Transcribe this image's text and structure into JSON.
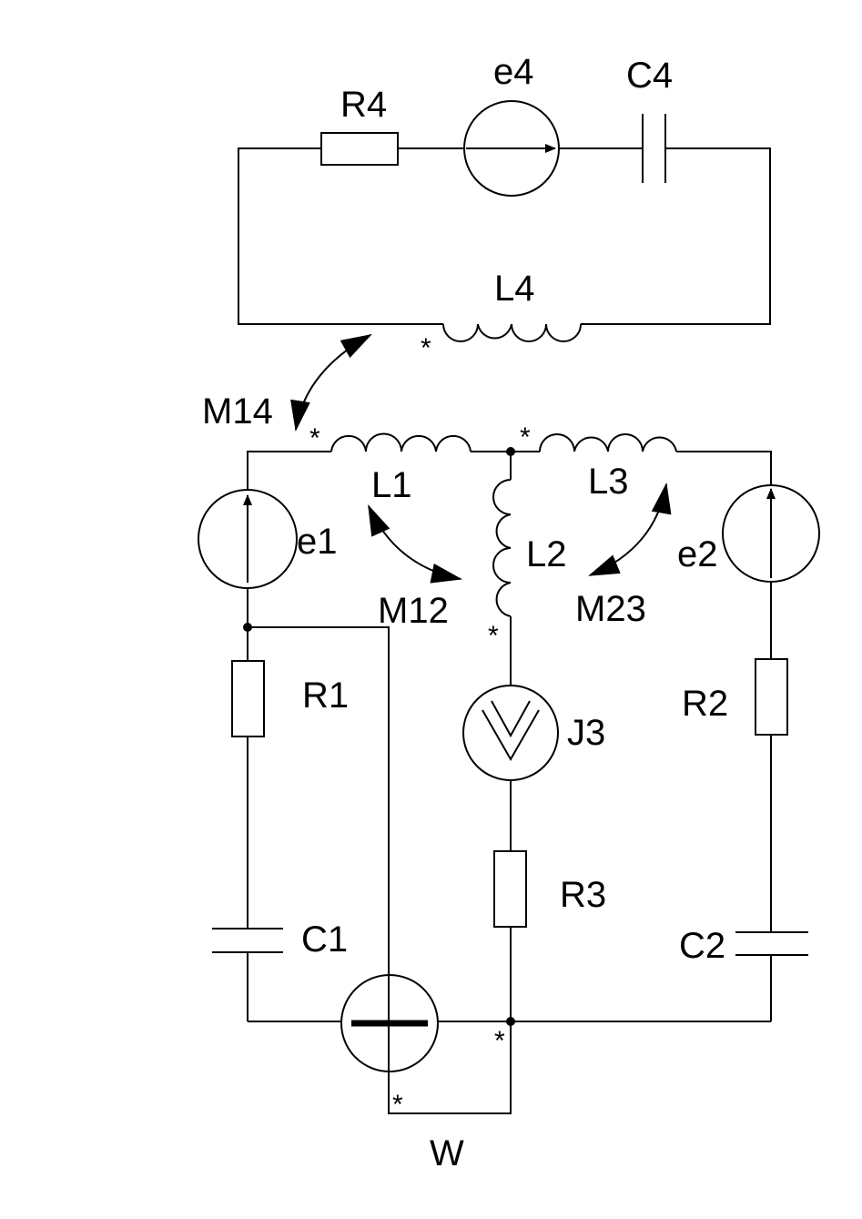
{
  "labels": {
    "R4": "R4",
    "e4": "e4",
    "C4": "C4",
    "L4": "L4",
    "M14": "M14",
    "L1": "L1",
    "L3": "L3",
    "L2": "L2",
    "e1": "e1",
    "e2": "e2",
    "M12": "M12",
    "M23": "M23",
    "R1": "R1",
    "R2": "R2",
    "J3": "J3",
    "R3": "R3",
    "C1": "C1",
    "C2": "C2",
    "W": "W"
  },
  "marks": {
    "star": "*"
  }
}
